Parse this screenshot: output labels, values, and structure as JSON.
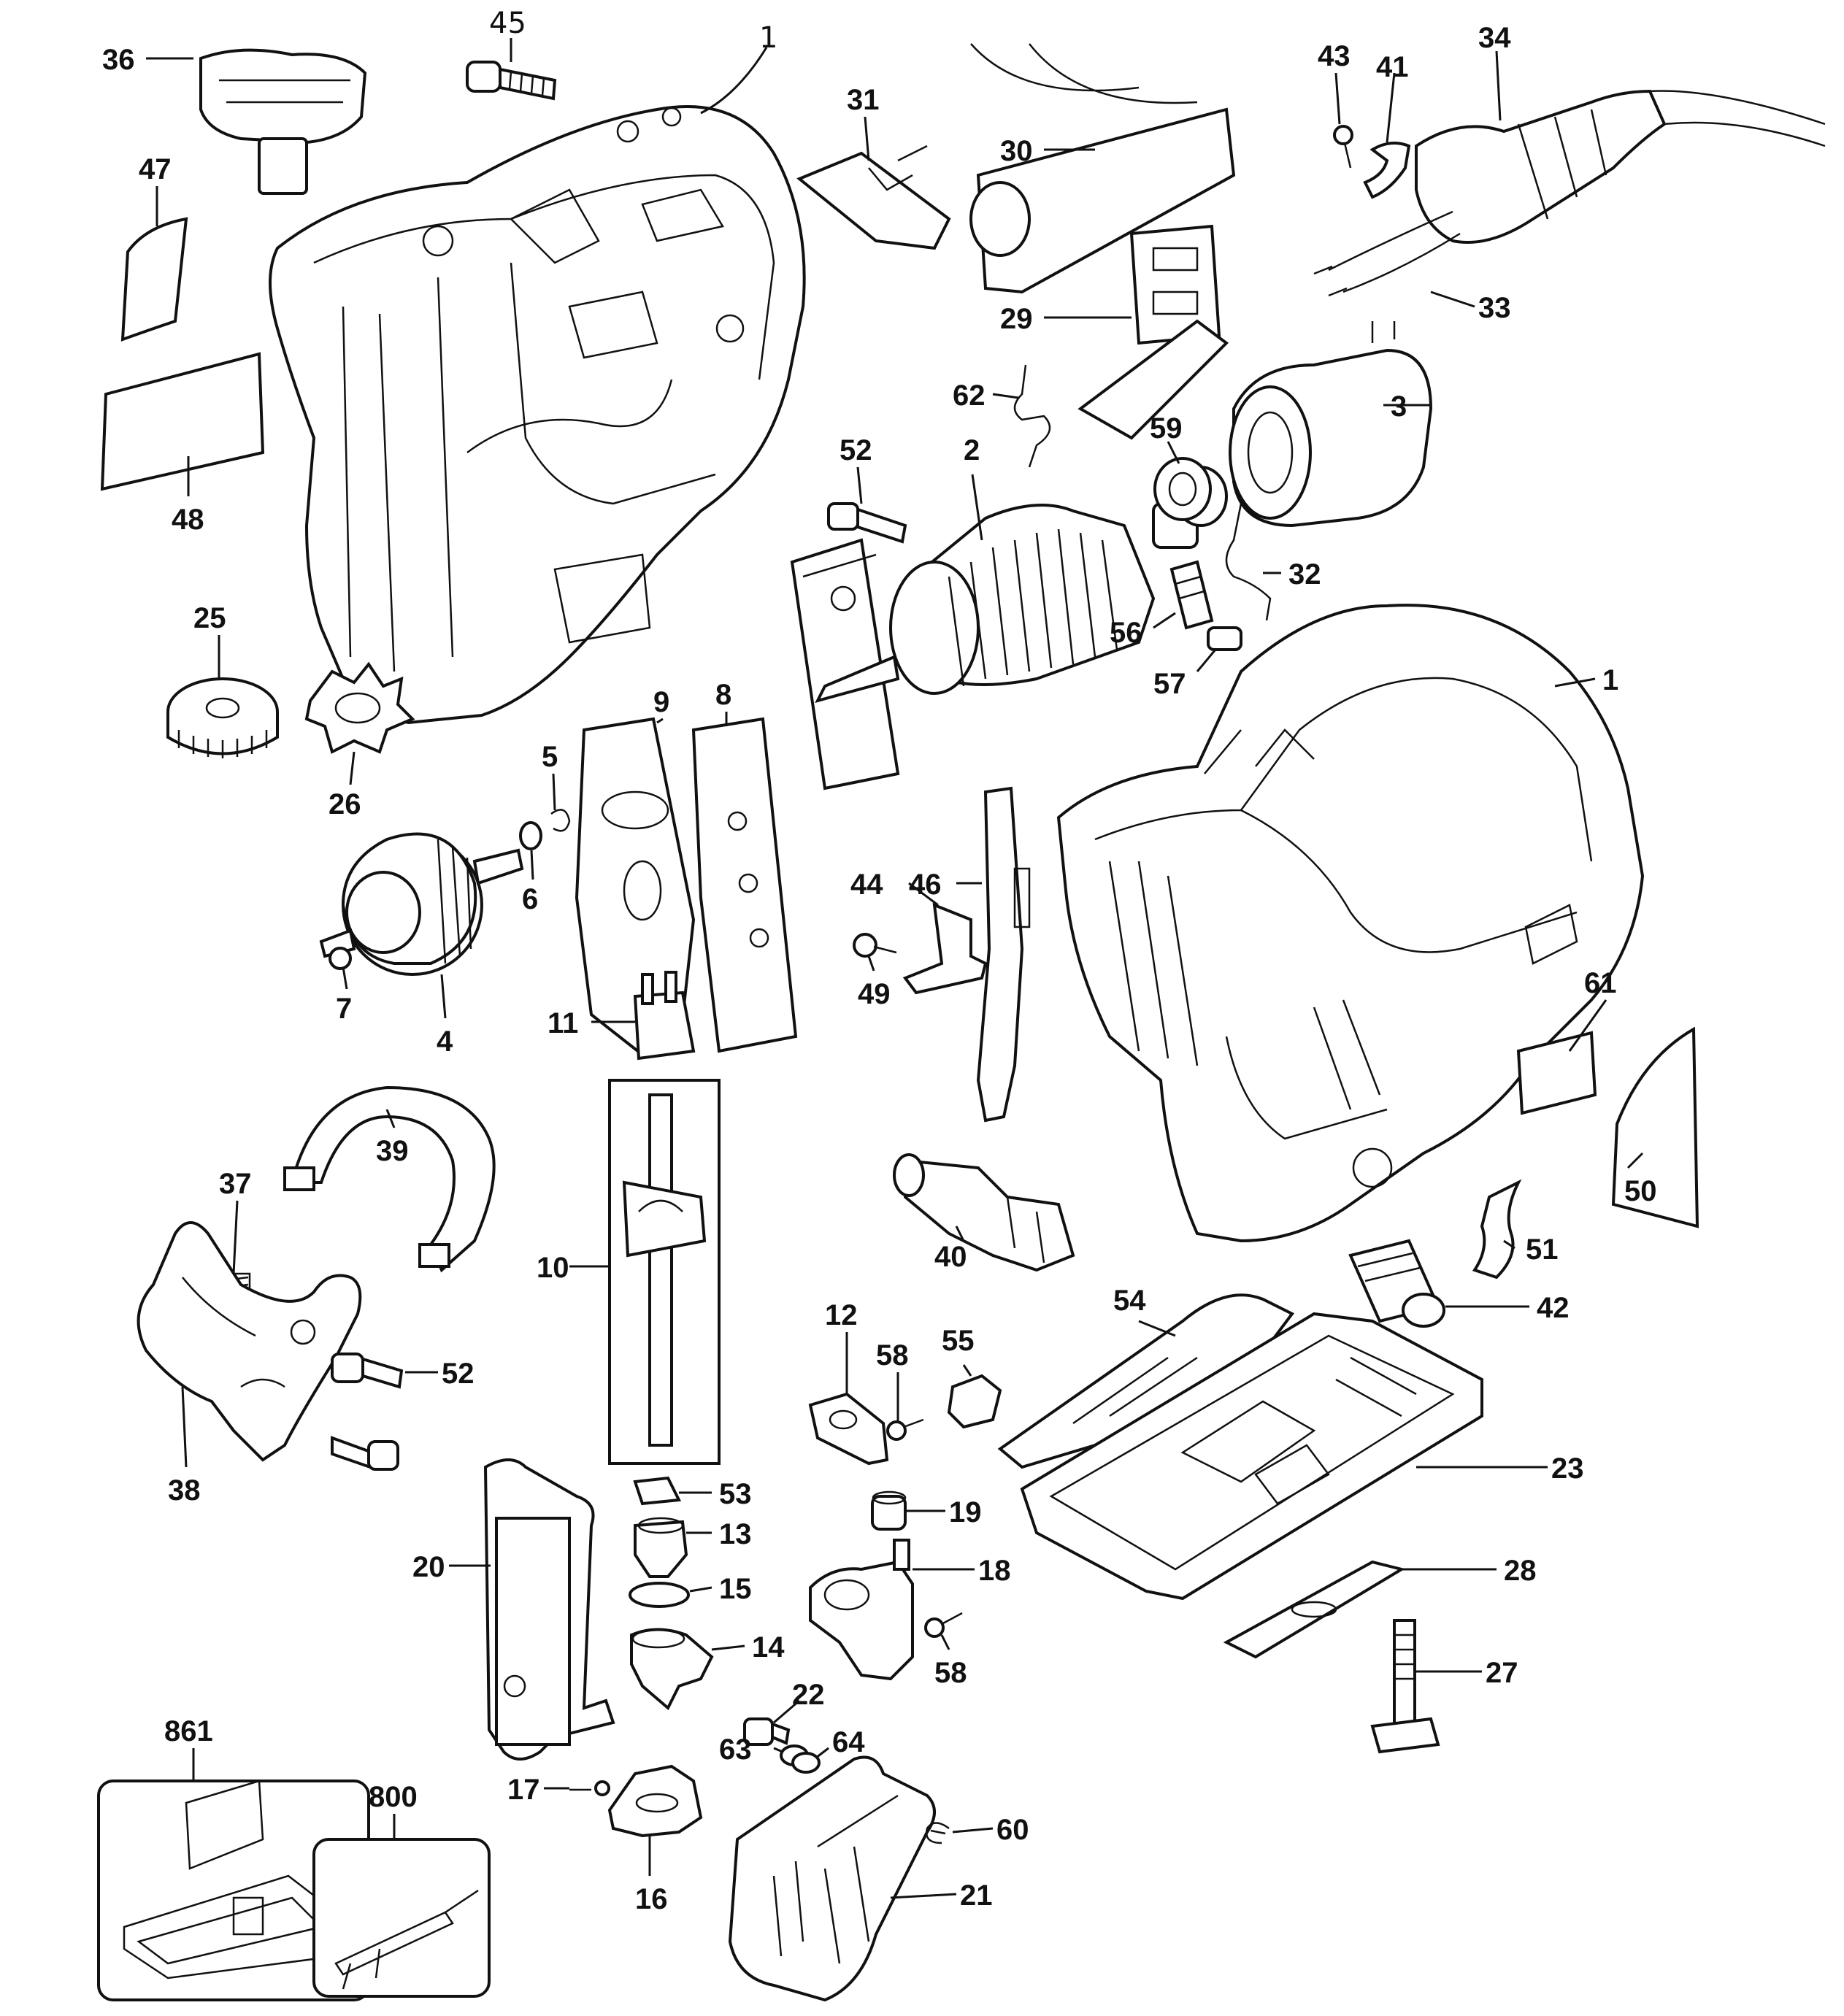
{
  "labels": {
    "p1a": "1",
    "p1b": "1",
    "p2": "2",
    "p3": "3",
    "p4": "4",
    "p5": "5",
    "p6": "6",
    "p7": "7",
    "p8": "8",
    "p9": "9",
    "p10": "10",
    "p11": "11",
    "p12": "12",
    "p13": "13",
    "p14": "14",
    "p15": "15",
    "p16": "16",
    "p17": "17",
    "p18": "18",
    "p19": "19",
    "p20": "20",
    "p21": "21",
    "p22": "22",
    "p23": "23",
    "p25": "25",
    "p26": "26",
    "p27": "27",
    "p28": "28",
    "p29": "29",
    "p30": "30",
    "p31": "31",
    "p32": "32",
    "p33": "33",
    "p34": "34",
    "p36": "36",
    "p37": "37",
    "p38": "38",
    "p39": "39",
    "p40": "40",
    "p41": "41",
    "p42": "42",
    "p43": "43",
    "p44": "44",
    "p45": "45",
    "p46": "46",
    "p47": "47",
    "p48": "48",
    "p49": "49",
    "p50": "50",
    "p51": "51",
    "p52a": "52",
    "p52b": "52",
    "p53": "53",
    "p54": "54",
    "p55": "55",
    "p56": "56",
    "p57": "57",
    "p58a": "58",
    "p58b": "58",
    "p59": "59",
    "p60": "60",
    "p61": "61",
    "p62": "62",
    "p63": "63",
    "p64": "64",
    "p800": "800",
    "p861": "861"
  }
}
